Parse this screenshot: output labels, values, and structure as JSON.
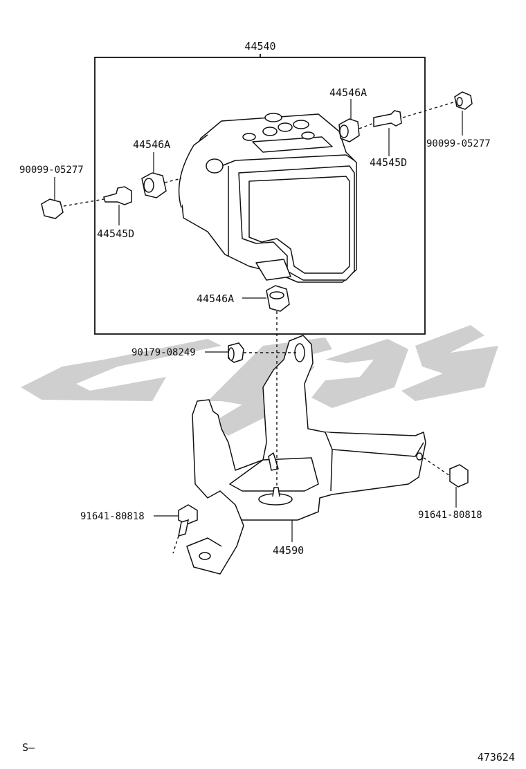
{
  "callouts": {
    "assembly": "44540",
    "sleeve_top_right": "44546A",
    "nut_top_right": "90099-05277",
    "stud_top_right": "44545D",
    "sleeve_left": "44546A",
    "nut_left": "90099-05277",
    "stud_left": "44545D",
    "sleeve_bottom": "44546A",
    "grommet": "90179-08249",
    "bolt_left": "91641-80818",
    "bolt_right": "91641-80818",
    "bracket": "44590"
  },
  "footer": {
    "left_code": "S–",
    "figure_number": "473624"
  },
  "colors": {
    "line": "#111111",
    "watermark": "#cfcfcf"
  }
}
